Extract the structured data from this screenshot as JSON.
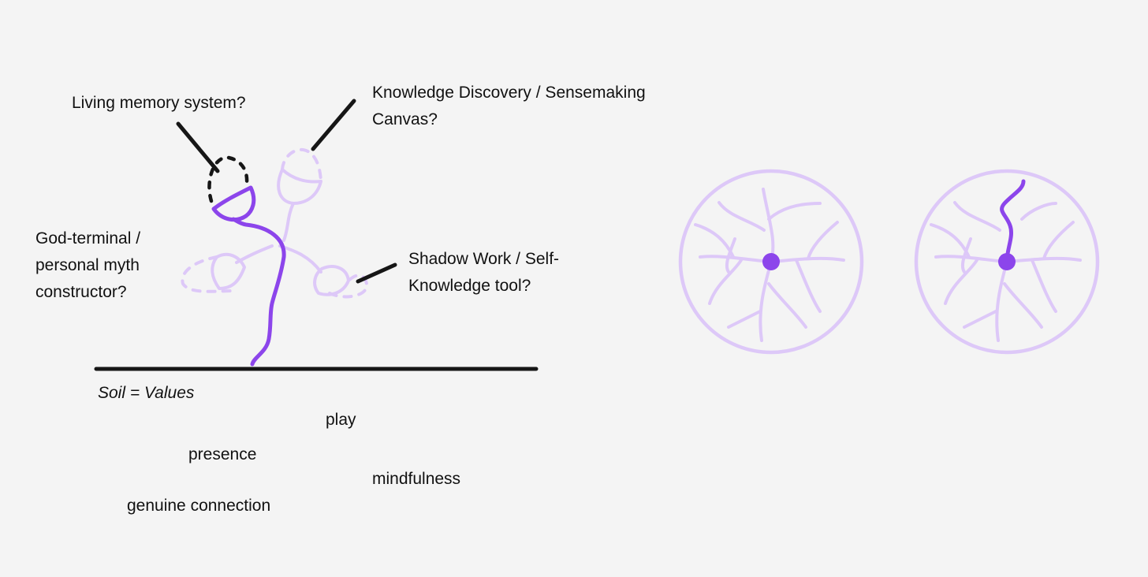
{
  "labels": {
    "living_memory": "Living memory system?",
    "knowledge_discovery": "Knowledge Discovery / Sensemaking Canvas?",
    "god_terminal": "God-terminal / personal myth constructor?",
    "shadow_work": "Shadow Work / Self-Knowledge tool?",
    "soil": "Soil = Values"
  },
  "values": [
    "play",
    "presence",
    "mindfulness",
    "genuine connection"
  ],
  "colors": {
    "background": "#f4f4f4",
    "ink": "#161616",
    "accent": "#8c45eb",
    "accent_light": "#ddc8f8"
  }
}
